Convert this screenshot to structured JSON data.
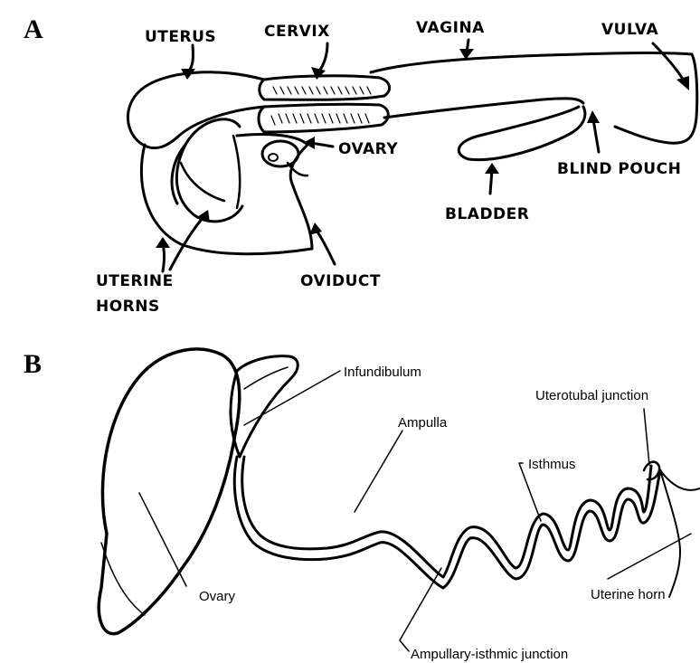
{
  "panels": {
    "a": {
      "letter": "A",
      "labels": {
        "uterus": "UTERUS",
        "cervix": "CERVIX",
        "vagina": "VAGINA",
        "vulva": "VULVA",
        "ovary": "OVARY",
        "blind_pouch": "BLIND POUCH",
        "bladder": "BLADDER",
        "uterine_horns_1": "UTERINE",
        "uterine_horns_2": "HORNS",
        "oviduct": "OVIDUCT"
      }
    },
    "b": {
      "letter": "B",
      "labels": {
        "infundibulum": "Infundibulum",
        "uterotubal_junction": "Uterotubal junction",
        "ampulla": "Ampulla",
        "isthmus": "Isthmus",
        "ovary": "Ovary",
        "uterine_horn": "Uterine horn",
        "ampullary_isthmic_junction": "Ampullary-isthmic junction"
      }
    }
  }
}
